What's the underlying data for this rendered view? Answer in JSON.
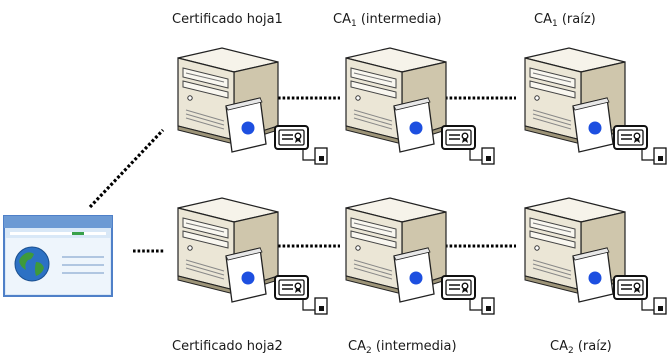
{
  "labels": {
    "leaf1": "Certificado hoja1",
    "ca1_inter_prefix": "CA",
    "ca1_inter_sub": "1",
    "ca1_inter_suffix": " (intermedia)",
    "ca1_root_prefix": "CA",
    "ca1_root_sub": "1",
    "ca1_root_suffix": " (raíz)",
    "leaf2": "Certificado hoja2",
    "ca2_inter_prefix": "CA",
    "ca2_inter_sub": "2",
    "ca2_inter_suffix": " (intermedia)",
    "ca2_root_prefix": "CA",
    "ca2_root_sub": "2",
    "ca2_root_suffix": " (raíz)"
  },
  "nodes": [
    {
      "id": "browser",
      "icon": "browser-window-icon"
    },
    {
      "id": "server-leaf1",
      "icon": "server-icon"
    },
    {
      "id": "server-ca1-intermediate",
      "icon": "server-icon"
    },
    {
      "id": "server-ca1-root",
      "icon": "server-icon"
    },
    {
      "id": "server-leaf2",
      "icon": "server-icon"
    },
    {
      "id": "server-ca2-intermediate",
      "icon": "server-icon"
    },
    {
      "id": "server-ca2-root",
      "icon": "server-icon"
    }
  ],
  "colors": {
    "server_light": "#f1ede2",
    "server_mid": "#ddd6c2",
    "server_dark": "#b7ad93",
    "outline": "#222222",
    "badge_blue": "#1d4fe0",
    "screen_frame": "#4f80c8",
    "screen_bg": "#d9e8f7",
    "globe_blue": "#2c71c4",
    "globe_green": "#3e9a3b",
    "cert_blue": "#2a63b8",
    "link": "#000000"
  }
}
